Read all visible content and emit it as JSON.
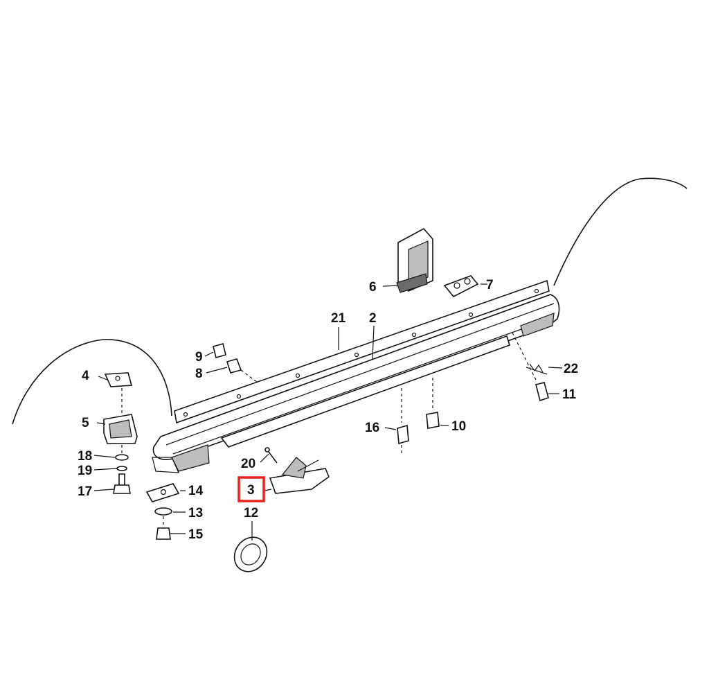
{
  "diagram": {
    "callouts": [
      {
        "id": "2",
        "label": "2"
      },
      {
        "id": "3",
        "label": "3"
      },
      {
        "id": "4",
        "label": "4"
      },
      {
        "id": "5",
        "label": "5"
      },
      {
        "id": "6",
        "label": "6"
      },
      {
        "id": "7",
        "label": "7"
      },
      {
        "id": "8",
        "label": "8"
      },
      {
        "id": "9",
        "label": "9"
      },
      {
        "id": "10",
        "label": "10"
      },
      {
        "id": "11",
        "label": "11"
      },
      {
        "id": "12",
        "label": "12"
      },
      {
        "id": "13",
        "label": "13"
      },
      {
        "id": "14",
        "label": "14"
      },
      {
        "id": "15",
        "label": "15"
      },
      {
        "id": "16",
        "label": "16"
      },
      {
        "id": "17",
        "label": "17"
      },
      {
        "id": "18",
        "label": "18"
      },
      {
        "id": "19",
        "label": "19"
      },
      {
        "id": "20",
        "label": "20"
      },
      {
        "id": "21",
        "label": "21"
      },
      {
        "id": "22",
        "label": "22"
      }
    ],
    "highlighted": "3",
    "highlight_color": "#e8231a"
  }
}
